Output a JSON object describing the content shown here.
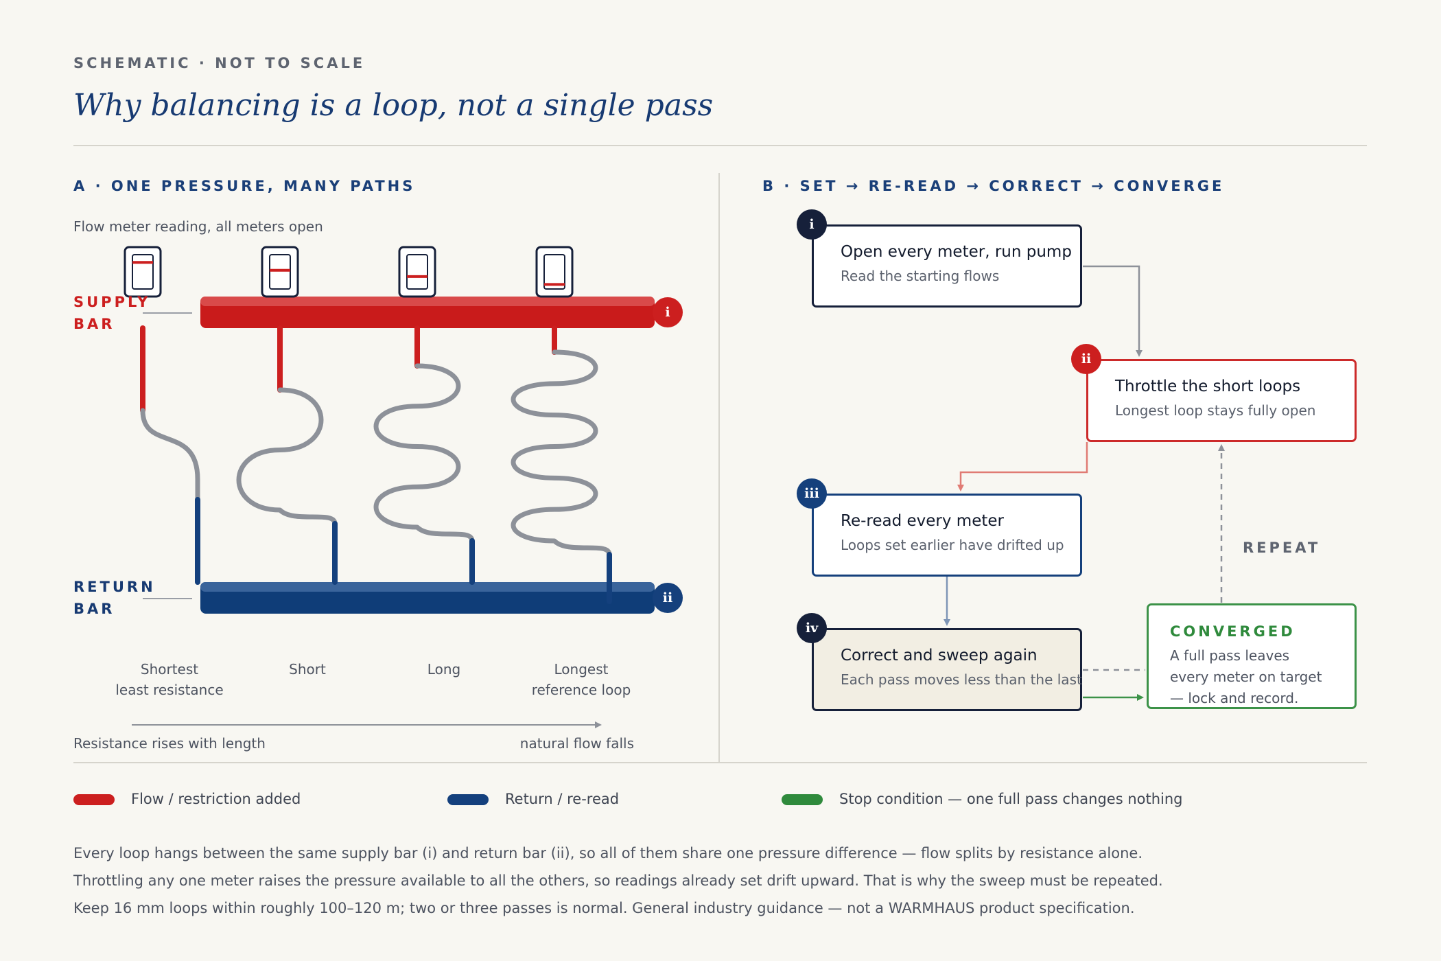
{
  "header": {
    "eyebrow": "SCHEMATIC · NOT TO SCALE",
    "title": "Why balancing is a loop, not a single pass"
  },
  "colors": {
    "supply": "#cc1f1f",
    "return": "#14407d",
    "stop": "#3c9248",
    "pipe": "#8d9199",
    "navy": "#16203a",
    "background": "#f8f7f2"
  },
  "panel_a": {
    "heading": "A · ONE PRESSURE, MANY PATHS",
    "meter_caption": "Flow meter reading, all meters open",
    "supply_label": [
      "SUPPLY",
      "BAR"
    ],
    "return_label": [
      "RETURN",
      "BAR"
    ],
    "supply_badge": "i",
    "return_badge": "ii",
    "loops": [
      {
        "label_lines": [
          "Shortest",
          "least resistance"
        ],
        "meter_reading": 0.8,
        "wiggles": 0
      },
      {
        "label_lines": [
          "Short"
        ],
        "meter_reading": 0.55,
        "wiggles": 1
      },
      {
        "label_lines": [
          "Long"
        ],
        "meter_reading": 0.35,
        "wiggles": 2
      },
      {
        "label_lines": [
          "Longest",
          "reference loop"
        ],
        "meter_reading": 0.1,
        "wiggles": 3
      }
    ],
    "axis_left": "Resistance rises with length",
    "axis_right": "natural flow falls"
  },
  "panel_b": {
    "heading": "B · SET → RE-READ → CORRECT → CONVERGE",
    "steps": [
      {
        "badge": "i",
        "title": "Open every meter, run pump",
        "subtitle": "Read the starting flows"
      },
      {
        "badge": "ii",
        "title": "Throttle the short loops",
        "subtitle": "Longest loop stays fully open"
      },
      {
        "badge": "iii",
        "title": "Re-read every meter",
        "subtitle": "Loops set earlier have drifted up"
      },
      {
        "badge": "iv",
        "title": "Correct and sweep again",
        "subtitle": "Each pass moves less than the last"
      }
    ],
    "repeat_label": "REPEAT",
    "converged": {
      "title": "CONVERGED",
      "lines": [
        "A full pass leaves",
        "every meter on target",
        "— lock and record."
      ]
    }
  },
  "legend": [
    {
      "label": "Flow / restriction added",
      "color": "#cc1f1f"
    },
    {
      "label": "Return / re-read",
      "color": "#14407d"
    },
    {
      "label": "Stop condition — one full pass changes nothing",
      "color": "#2f8a3c"
    }
  ],
  "notes": [
    "Every loop hangs between the same supply bar (i) and return bar (ii), so all of them share one pressure difference — flow splits by resistance alone.",
    "Throttling any one meter raises the pressure available to all the others, so readings already set drift upward. That is why the sweep must be repeated.",
    "Keep 16 mm loops within roughly 100–120 m; two or three passes is normal. General industry guidance — not a WARMHAUS product specification."
  ]
}
